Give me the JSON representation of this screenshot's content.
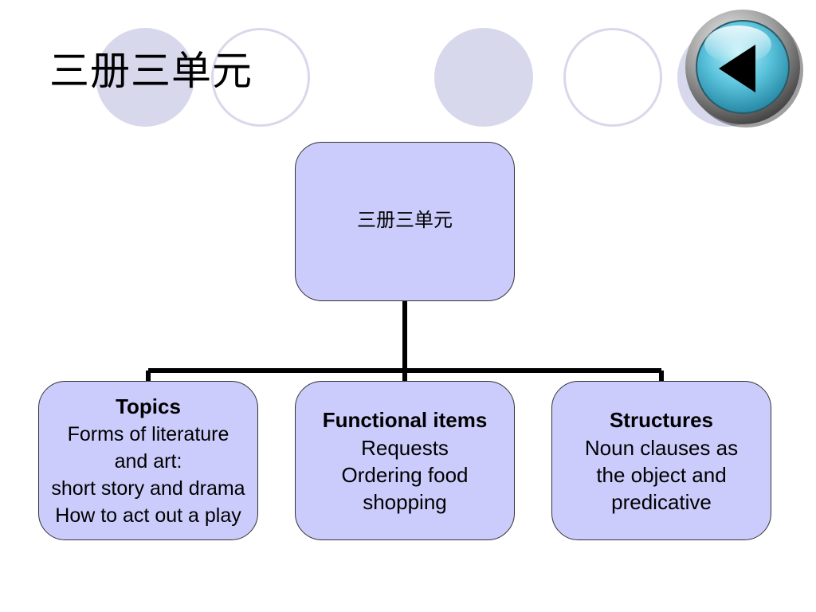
{
  "slide": {
    "title": "三册三单元"
  },
  "navigation": {
    "back_icon": "play-back-icon"
  },
  "diagram": {
    "root": {
      "label": "三册三单元"
    },
    "children": [
      {
        "heading": "Topics",
        "lines": [
          "Forms of literature",
          "and art:",
          "short story and drama",
          "How to act out a play"
        ]
      },
      {
        "heading": "Functional items",
        "lines": [
          "Requests",
          "Ordering food",
          "shopping"
        ]
      },
      {
        "heading": "Structures",
        "lines": [
          "Noun clauses as",
          "the object and",
          "predicative"
        ]
      }
    ]
  },
  "colors": {
    "node_fill": "#ccccfc",
    "decor_circle": "#d8d8ec",
    "connector": "#000000"
  }
}
